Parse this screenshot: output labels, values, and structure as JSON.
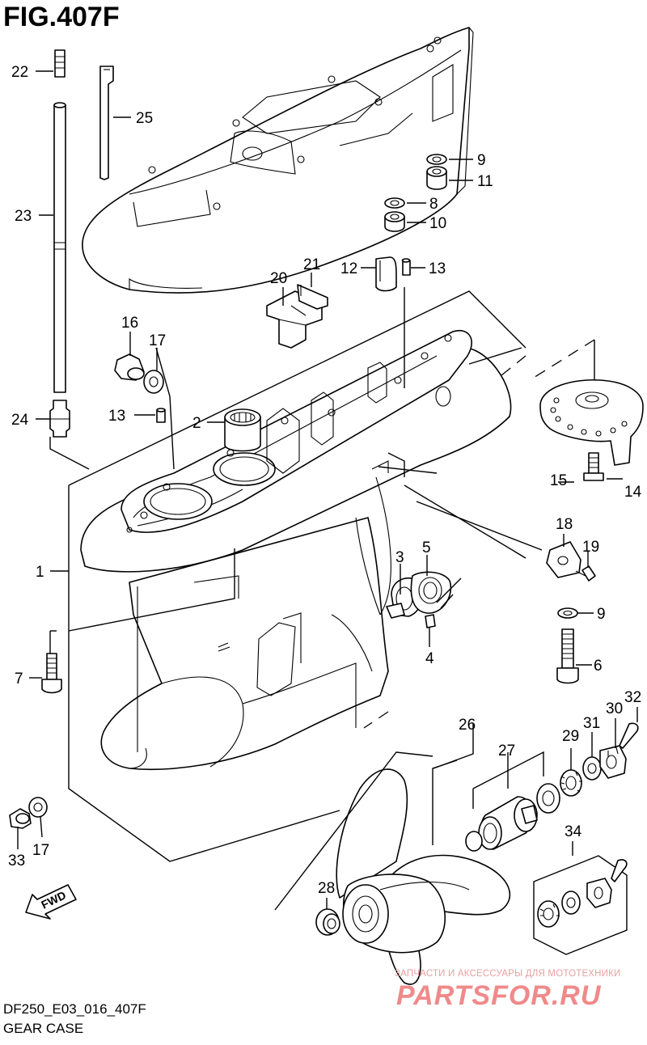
{
  "figure": {
    "title": "FIG.407F",
    "code": "DF250_E03_016_407F",
    "name": "GEAR CASE"
  },
  "direction_marker": "FWD",
  "watermark": {
    "tagline": "ЗАПЧАСТИ И АКСЕССУАРЫ ДЛЯ МОТОТЕХНИКИ",
    "brand": "PARTSFOR.RU"
  },
  "callouts": {
    "c1": "1",
    "c2": "2",
    "c3": "3",
    "c4": "4",
    "c5": "5",
    "c6": "6",
    "c7": "7",
    "c8": "8",
    "c9a": "9",
    "c9b": "9",
    "c10": "10",
    "c11": "11",
    "c12": "12",
    "c13a": "13",
    "c13b": "13",
    "c14": "14",
    "c15": "15",
    "c16": "16",
    "c17a": "17",
    "c17b": "17",
    "c18": "18",
    "c19": "19",
    "c20": "20",
    "c21": "21",
    "c22": "22",
    "c23": "23",
    "c24": "24",
    "c25": "25",
    "c26": "26",
    "c27": "27",
    "c28": "28",
    "c29": "29",
    "c30": "30",
    "c31": "31",
    "c32": "32",
    "c33": "33",
    "c34": "34"
  },
  "colors": {
    "line": "#000000",
    "watermark": "#f08a8a"
  }
}
